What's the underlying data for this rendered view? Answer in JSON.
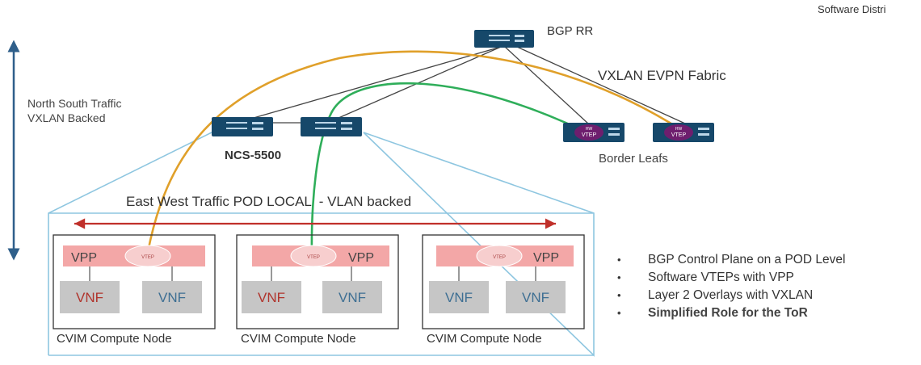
{
  "corner_text": "Software Distri",
  "route_reflector": {
    "label": "BGP RR"
  },
  "fabric_label": "VXLAN EVPN Fabric",
  "north_south_label": [
    "North South Traffic",
    "VXLAN Backed"
  ],
  "spine_label": "NCS-5500",
  "border_leafs_label": "Border Leafs",
  "hw_vtep_tag": "HW",
  "hw_vtep_label": "VTEP",
  "east_west_label": "East West Traffic POD LOCAL  - VLAN backed",
  "compute_nodes": [
    {
      "vpp": "VPP",
      "vtep": "VTEP",
      "vnfs": [
        "VNF",
        "VNF"
      ],
      "caption": "CVIM Compute Node"
    },
    {
      "vpp": "VPP",
      "vtep": "VTEP",
      "vnfs": [
        "VNF",
        "VNF"
      ],
      "caption": "CVIM Compute Node"
    },
    {
      "vpp": "VPP",
      "vtep": "VTEP",
      "vnfs": [
        "VNF",
        "VNF"
      ],
      "caption": "CVIM Compute Node"
    }
  ],
  "bullets": [
    "BGP Control Plane on a POD Level",
    "Software VTEPs with VPP",
    "Layer 2 Overlays with VXLAN",
    "Simplified Role for the ToR"
  ],
  "colors": {
    "switch_body": "#16486a",
    "vpp_bar": "#f3a7a7",
    "vnf_box": "#c6c6c6",
    "vnf_red_text": "#b0342c",
    "vnf_blue_text": "#3e6f93",
    "hw_vtep": "#6e1e6e",
    "orange_path": "#e0a02a",
    "green_path": "#2fae5a",
    "red_arrow": "#c0302a",
    "pod_outline": "#8ec6e0",
    "ns_arrow": "#2f5f8a"
  },
  "icons": [
    "switch-icon",
    "hw-vtep-icon",
    "sw-vtep-icon"
  ]
}
